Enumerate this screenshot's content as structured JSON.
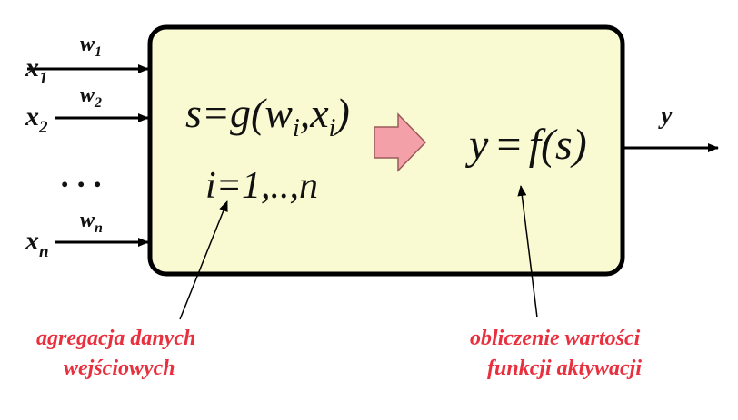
{
  "inputs": [
    {
      "x": "x",
      "x_sub": "1",
      "w": "w",
      "w_sub": "1"
    },
    {
      "x": "x",
      "x_sub": "2",
      "w": "w",
      "w_sub": "2"
    },
    {
      "x": "x",
      "x_sub": "n",
      "w": "w",
      "w_sub": "n"
    }
  ],
  "ellipsis": ". . .",
  "output_label": "y",
  "aggregation": {
    "line1": {
      "s": "s",
      "eq": "=",
      "g": "g",
      "lp": "(",
      "w": "w",
      "wi": "i",
      "comma": ",",
      "x": "x",
      "xi": "i",
      "rp": ")"
    },
    "line2": "i=1,..,n"
  },
  "activation": {
    "y": "y",
    "eq": "=",
    "f": "f",
    "lp": "(",
    "s": "s",
    "rp": ")"
  },
  "notes": {
    "aggregation": [
      "agregacja danych",
      "wejściowych"
    ],
    "activation": [
      "obliczenie wartości",
      "funkcji aktywacji"
    ]
  },
  "colors": {
    "box_fill": "#fafad2",
    "box_stroke": "#000000",
    "block_arrow": "#f4a0a8",
    "note_text": "#e8303e"
  }
}
